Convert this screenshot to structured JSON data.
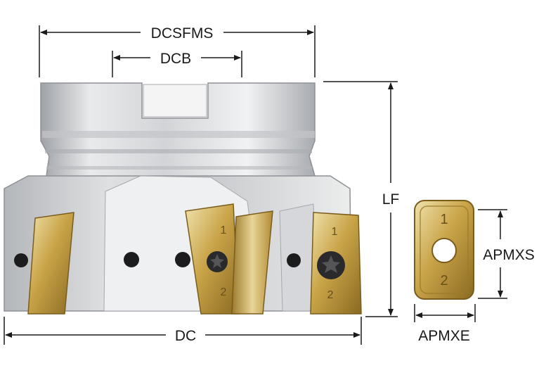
{
  "dimensions": {
    "dcsfms": "DCSFMS",
    "dcb": "DCB",
    "lf": "LF",
    "dc": "DC",
    "apmxs": "APMXS",
    "apmxe": "APMXE"
  },
  "insert_markings": {
    "top": "1",
    "bottom": "2"
  },
  "colors": {
    "body_light": "#e6e7e9",
    "body_mid": "#b9bbbf",
    "body_dark": "#8e9196",
    "insert_gold": "#c9a448",
    "insert_gold_light": "#eadba3",
    "insert_gold_dark": "#8a6a22",
    "line": "#1a1a1a"
  }
}
